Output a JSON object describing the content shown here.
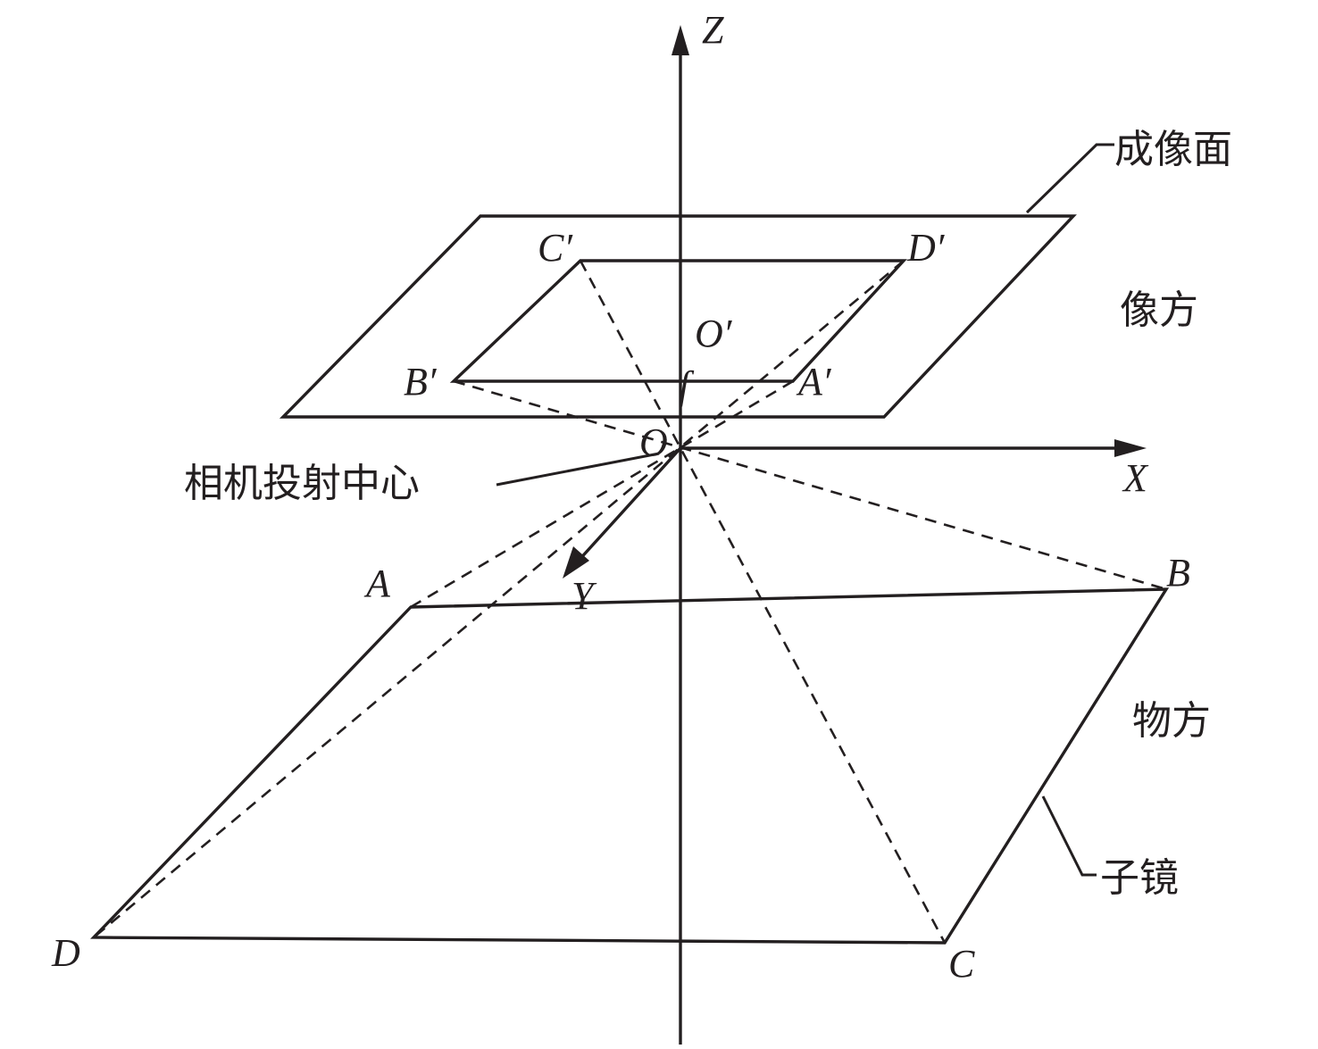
{
  "axes": {
    "z": "Z",
    "x": "X",
    "y": "Y"
  },
  "points": {
    "origin": "O",
    "principal_point": "O′",
    "focal": "f",
    "image": {
      "a": "A′",
      "b": "B′",
      "c": "C′",
      "d": "D′"
    },
    "object": {
      "a": "A",
      "b": "B",
      "c": "C",
      "d": "D"
    }
  },
  "labels": {
    "image_plane": "成像面",
    "image_space": "像方",
    "object_space": "物方",
    "projection_center": "相机投射中心",
    "sub_mirror": "子镜"
  },
  "colors": {
    "ink": "#231f20",
    "background": "#ffffff"
  }
}
